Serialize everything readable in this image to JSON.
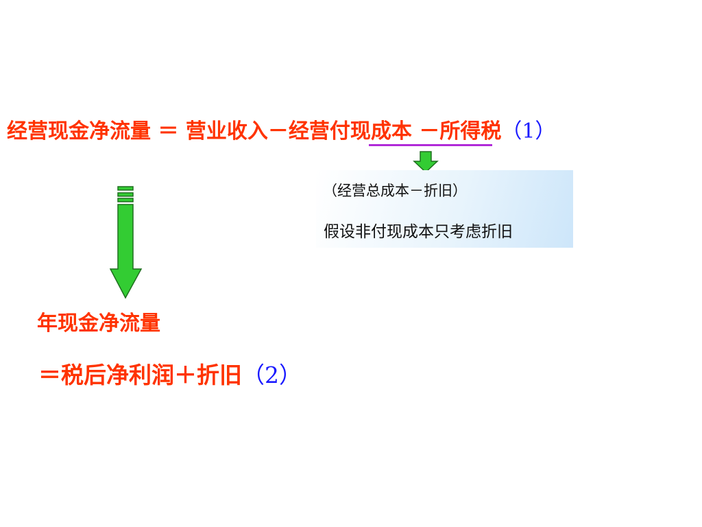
{
  "formula1": {
    "lhs": "经营现金净流量 ＝ 营业收入－经营付现成本 －所得税",
    "tag": "（1）"
  },
  "note": {
    "line1": "（经营总成本－折旧）",
    "line2": "假设非付现成本只考虑折旧"
  },
  "annual": {
    "label": "年现金净流量"
  },
  "formula2": {
    "text": "＝税后净利润＋折旧",
    "tag": "（2）"
  },
  "colors": {
    "formula_red": "#ff3300",
    "tag_blue": "#1a1aff",
    "arrow_green": "#33cc33",
    "underline_purple": "#b02ad8",
    "note_bg": "#cde6fa"
  },
  "icons": {
    "small_arrow": "down-arrow-icon",
    "big_arrow": "striped-down-arrow-icon"
  }
}
